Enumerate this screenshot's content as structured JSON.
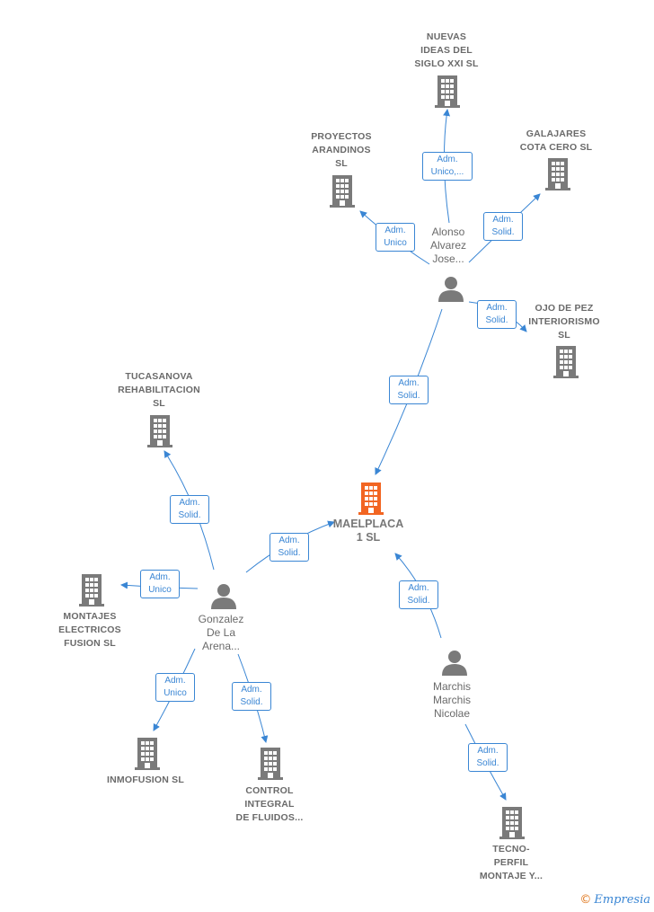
{
  "colors": {
    "company": "#7a7a7a",
    "main": "#f26522",
    "edge": "#3a86d4",
    "text": "#6a6a6a"
  },
  "nodes": {
    "main": {
      "label": "MAELPLACA\n1  SL",
      "icon": "building-icon"
    },
    "nuevas": {
      "label": "NUEVAS\nIDEAS DEL\nSIGLO XXI SL",
      "icon": "building-icon"
    },
    "proyectos": {
      "label": "PROYECTOS\nARANDINOS\nSL",
      "icon": "building-icon"
    },
    "galajares": {
      "label": "GALAJARES\nCOTA CERO SL",
      "icon": "building-icon"
    },
    "ojo": {
      "label": "OJO DE PEZ\nINTERIORISMO\nSL",
      "icon": "building-icon"
    },
    "alonso": {
      "label": "Alonso\nAlvarez\nJose...",
      "icon": "person-icon"
    },
    "tucasanova": {
      "label": "TUCASANOVA\nREHABILITACION\nSL",
      "icon": "building-icon"
    },
    "montajes": {
      "label": "MONTAJES\nELECTRICOS\nFUSION  SL",
      "icon": "building-icon"
    },
    "gonzalez": {
      "label": "Gonzalez\nDe La\nArena...",
      "icon": "person-icon"
    },
    "inmofusion": {
      "label": "INMOFUSION SL",
      "icon": "building-icon"
    },
    "control": {
      "label": "CONTROL\nINTEGRAL\nDE FLUIDOS...",
      "icon": "building-icon"
    },
    "marchis": {
      "label": "Marchis\nMarchis\nNicolae",
      "icon": "person-icon"
    },
    "tecno": {
      "label": "TECNO-\nPERFIL\nMONTAJE Y...",
      "icon": "building-icon"
    }
  },
  "badges": {
    "alonso_nuevas": "Adm.\nUnico,...",
    "alonso_proyectos": "Adm.\nUnico",
    "alonso_galajares": "Adm.\nSolid.",
    "alonso_ojo": "Adm.\nSolid.",
    "alonso_main": "Adm.\nSolid.",
    "gonzalez_tucasanova": "Adm.\nSolid.",
    "gonzalez_main": "Adm.\nSolid.",
    "gonzalez_montajes": "Adm.\nUnico",
    "gonzalez_inmofusion": "Adm.\nUnico",
    "gonzalez_control": "Adm.\nSolid.",
    "marchis_main": "Adm.\nSolid.",
    "marchis_tecno": "Adm.\nSolid."
  },
  "footer": {
    "copyright_symbol": "©",
    "brand": "Empresia"
  }
}
